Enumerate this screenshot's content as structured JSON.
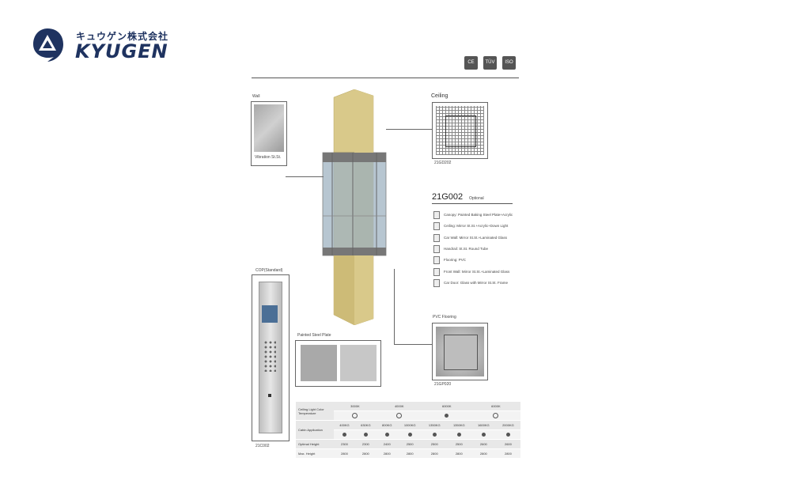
{
  "brand": {
    "name_jp": "キュウゲン株式会社",
    "name_en": "KYUGEN"
  },
  "certs": [
    "CE",
    "TÜV",
    "ISO"
  ],
  "wall": {
    "title": "Wall",
    "caption": "Vibration St.St."
  },
  "ceiling": {
    "title": "Ceiling",
    "code": "21GD202"
  },
  "model": {
    "code": "21G002",
    "note": "Optional"
  },
  "specs": [
    "Canopy: Painted Baking Steel Plate+Acrylic",
    "Ceiling: Mirror St.St.+Acrylic+Down Light",
    "Car Wall: Mirror St.St.+Laminated Glass",
    "Handrail: St.St. Round Tube",
    "Flooring: PVC",
    "Front Wall: Mirror St.St.+Laminated Glass",
    "Car Door: Glass with Mirror St.St. Frame"
  ],
  "cop": {
    "title": "COP(Standard)",
    "code": "21C002"
  },
  "panel": {
    "title": "Painted Steel Plate"
  },
  "floor": {
    "title": "PVC Flooring",
    "code": "21GP020"
  },
  "table": {
    "color_label": "Ceiling Light Color Temperature",
    "temps": [
      "3000K",
      "4000K",
      "6000K",
      "6000K"
    ],
    "capacity_label": "Cabin Application",
    "capacities": [
      "400KG",
      "630KG",
      "800KG",
      "1000KG",
      "1350KG",
      "1350KG",
      "1600KG",
      "2000KG"
    ],
    "height_label": "Optimal Height",
    "heights": [
      "2300",
      "2300",
      "2400",
      "2500",
      "2500",
      "2500",
      "2600",
      "2600"
    ],
    "max_label": "Max. Height",
    "max_heights": [
      "2800",
      "2800",
      "2800",
      "2800",
      "2800",
      "2800",
      "2800",
      "2800"
    ]
  },
  "colors": {
    "brand": "#1f3360",
    "gold": "#d9c98a",
    "glass": "#9fb3c2"
  }
}
